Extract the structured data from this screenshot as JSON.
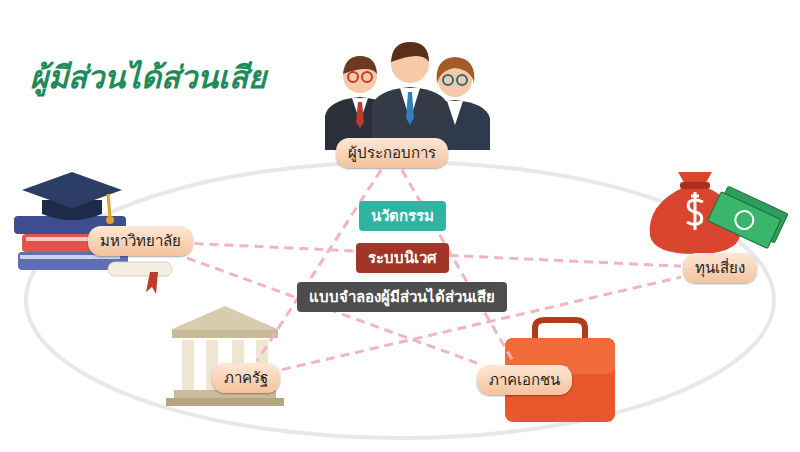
{
  "diagram": {
    "title": "ผู้มีส่วนได้ส่วนเสีย",
    "nodes": [
      {
        "text": [
          "ผู้ประกอบการ"
        ]
      },
      {
        "text": [
          "มหาวิทยาลัย"
        ]
      },
      {
        "text": [
          "นวัตกรรม"
        ]
      },
      {
        "text": [
          "ทุนเสี่ยง"
        ]
      },
      {
        "text": [
          "ระบบนิเวศ"
        ]
      },
      {
        "text": [
          "แบบจำลองผู้มีส่วนได้ส่วนเสีย"
        ]
      },
      {
        "text": [
          "ภาครัฐ"
        ]
      },
      {
        "text": [
          "ภาคเอกชน"
        ]
      }
    ],
    "edges": [
      {
        "from": 0,
        "to": 6,
        "arrow": "none"
      },
      {
        "from": 0,
        "to": 7,
        "arrow": "none"
      },
      {
        "from": 1,
        "to": 3,
        "arrow": "none"
      },
      {
        "from": 1,
        "to": 7,
        "arrow": "none"
      },
      {
        "from": 6,
        "to": 3,
        "arrow": "none"
      }
    ]
  }
}
